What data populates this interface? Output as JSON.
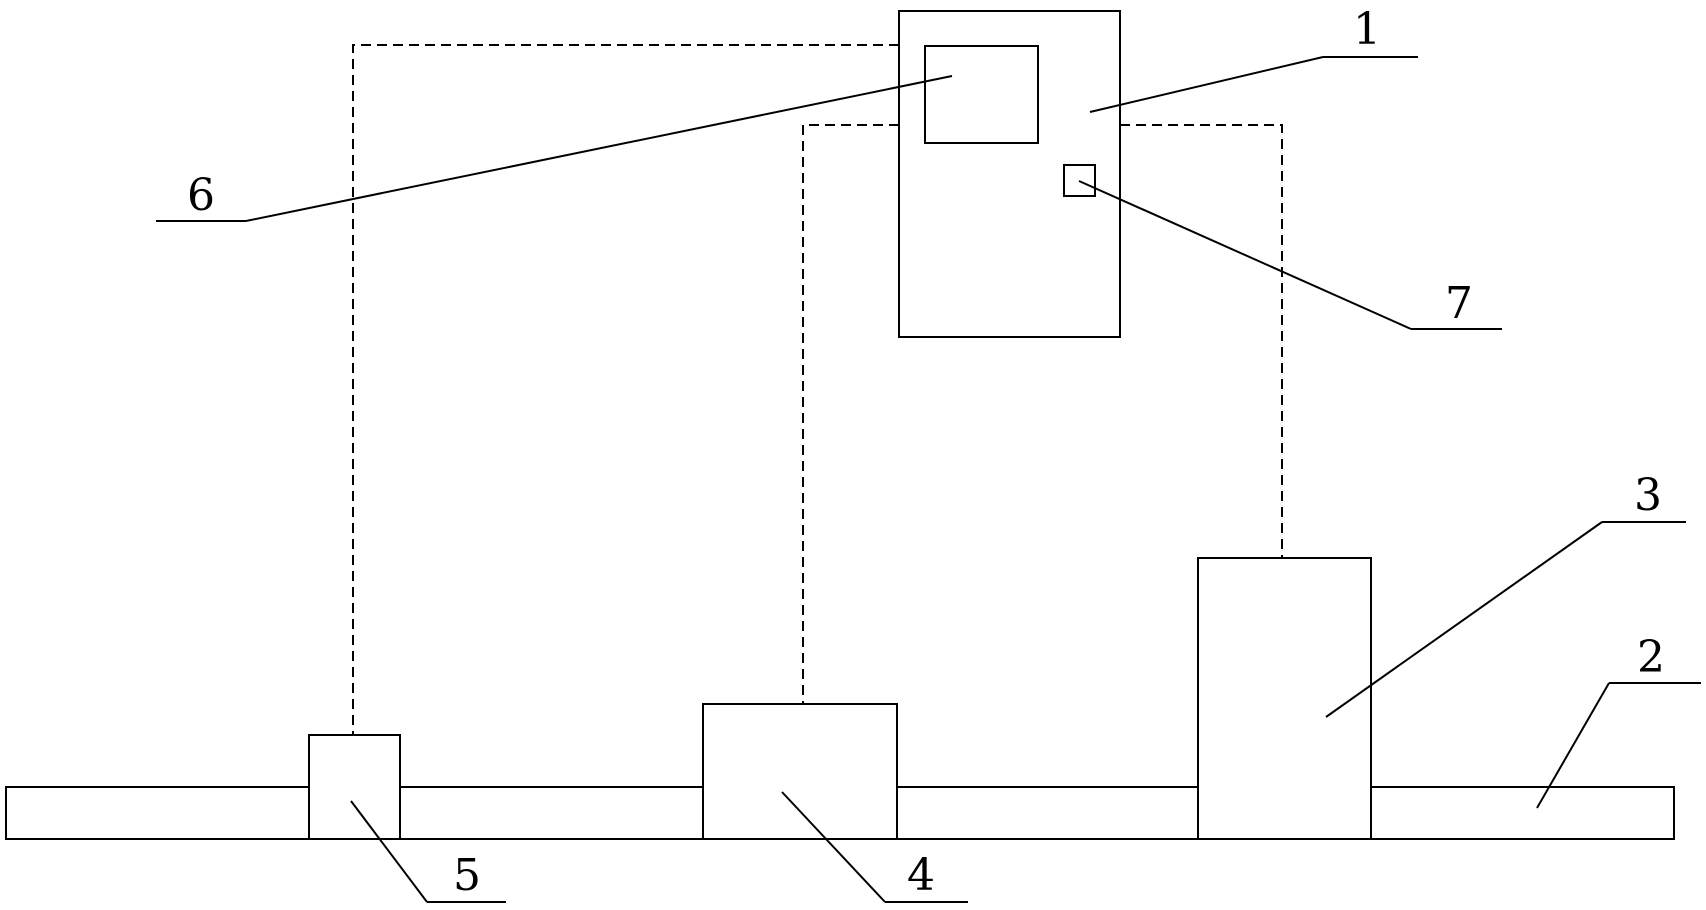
{
  "labels": {
    "l1": "1",
    "l2": "2",
    "l3": "3",
    "l4": "4",
    "l5": "5",
    "l6": "6",
    "l7": "7"
  },
  "style": {
    "line_color": "#000000",
    "background": "#ffffff"
  }
}
